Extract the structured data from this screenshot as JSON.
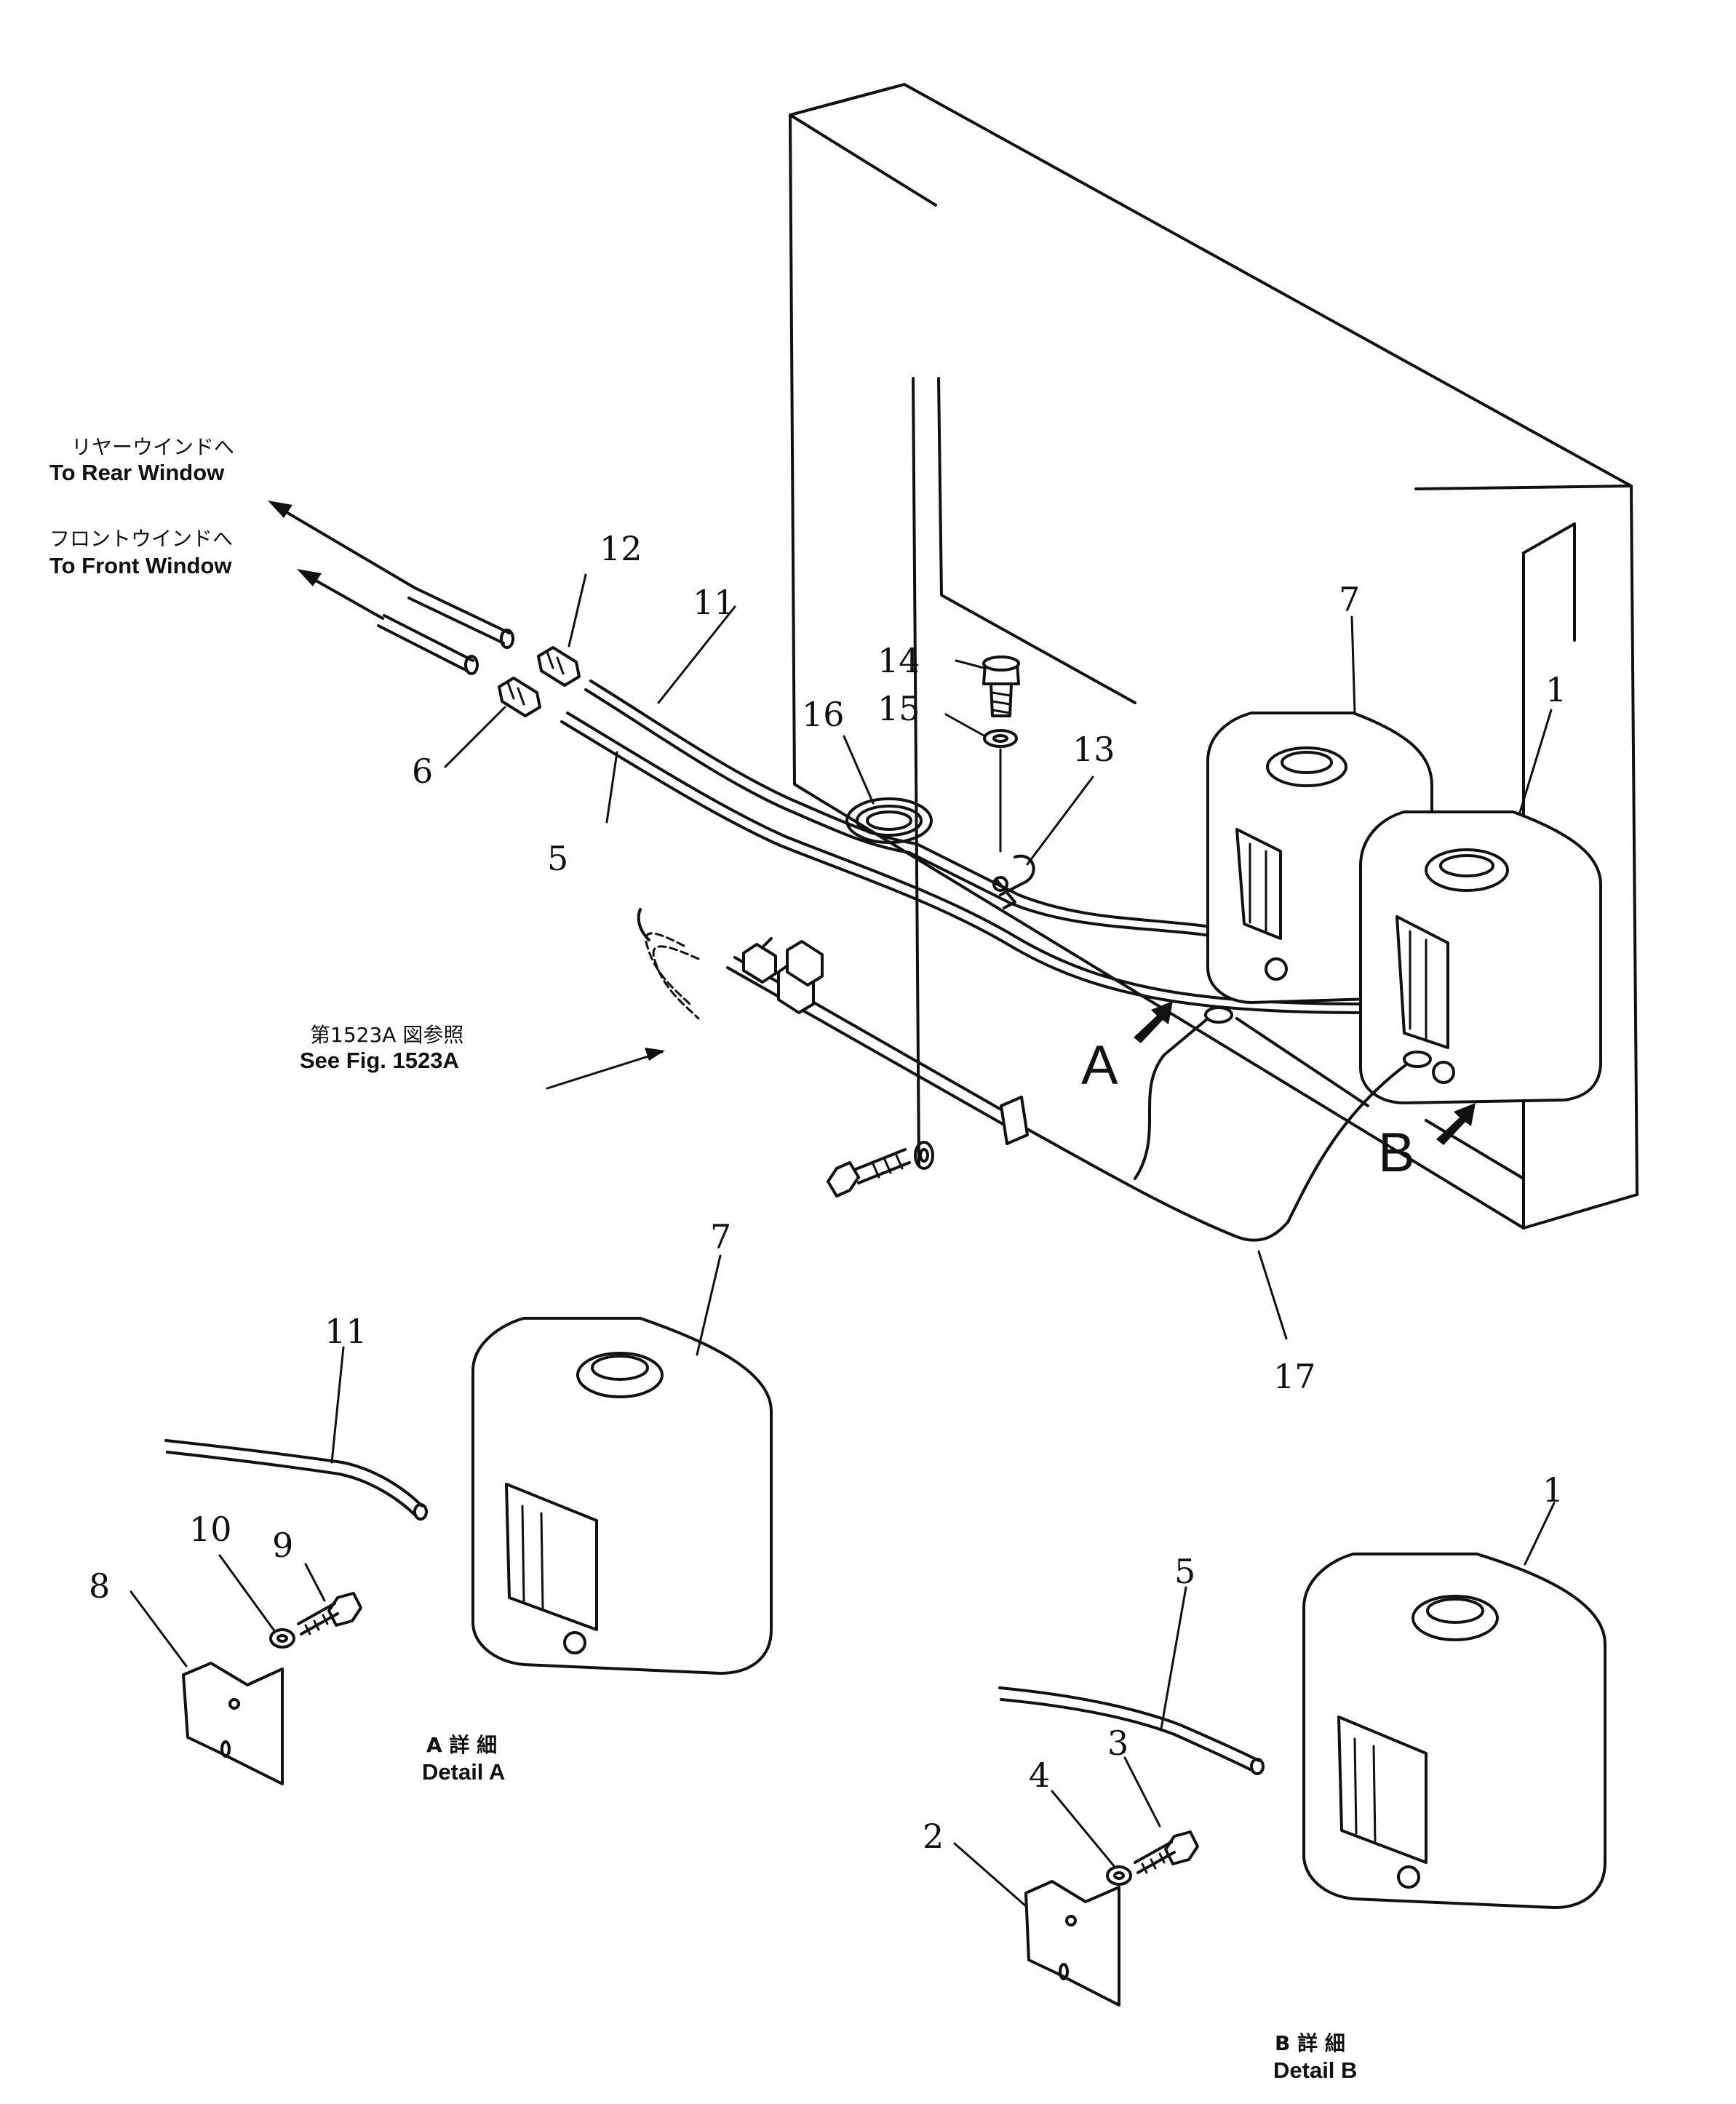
{
  "callouts": {
    "n1": "1",
    "n2": "2",
    "n3": "3",
    "n4": "4",
    "n5": "5",
    "n6": "6",
    "n7": "7",
    "n8": "8",
    "n9": "9",
    "n10": "10",
    "n11": "11",
    "n12": "12",
    "n13": "13",
    "n14": "14",
    "n15": "15",
    "n16": "16",
    "n17": "17"
  },
  "destinations": {
    "rear_jp": "リヤーウインドへ",
    "rear_en": "To  Rear  Window",
    "front_jp": "フロントウインドへ",
    "front_en": "To  Front  Window"
  },
  "reference": {
    "jp": "第1523A 図参照",
    "en": "See  Fig.  1523A"
  },
  "view_markers": {
    "a": "A",
    "b": "B"
  },
  "details": {
    "a_jp": "A 詳 細",
    "a_en": "Detail  A",
    "b_jp": "B 詳 細",
    "b_en": "Detail  B"
  }
}
